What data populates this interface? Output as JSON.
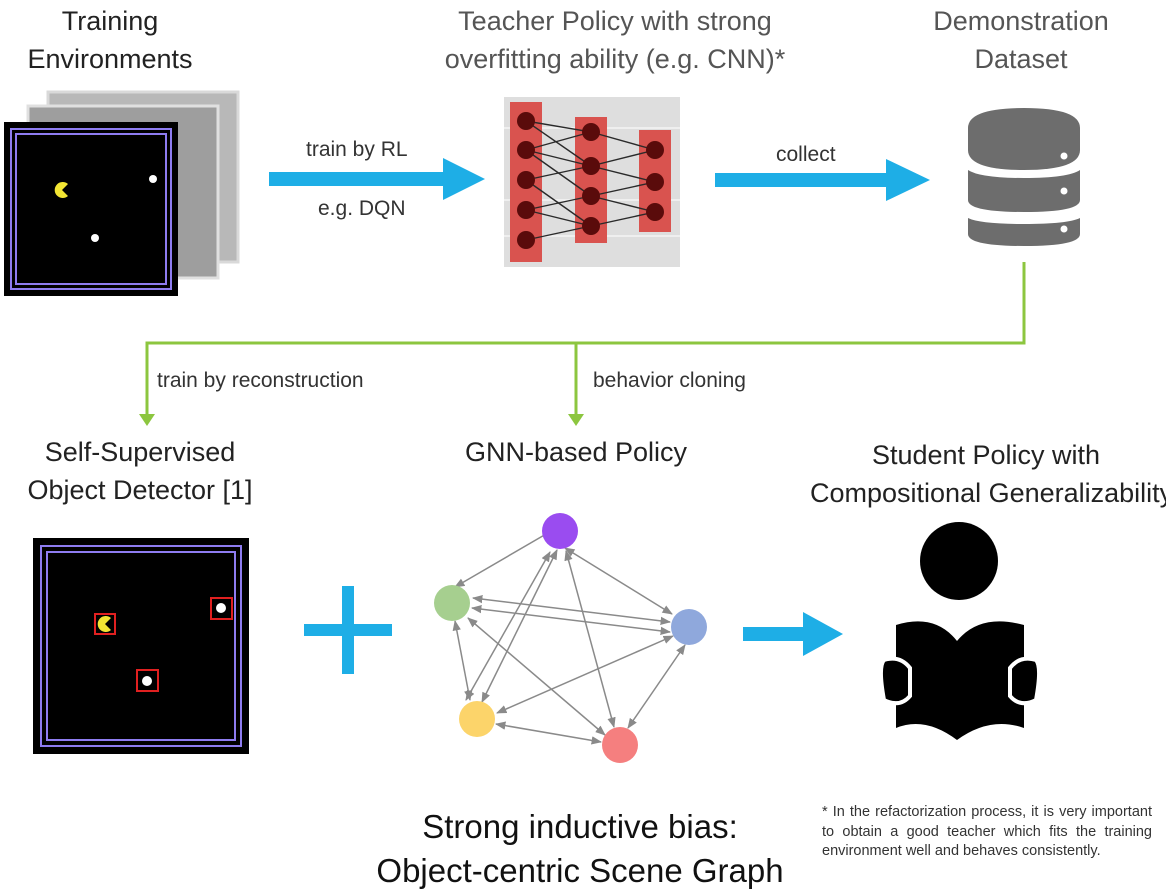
{
  "titles": {
    "training_env_line1": "Training",
    "training_env_line2": "Environments",
    "teacher_line1": "Teacher Policy with strong",
    "teacher_line2": "overfitting ability (e.g. CNN)*",
    "dataset_line1": "Demonstration",
    "dataset_line2": "Dataset",
    "detector_line1": "Self-Supervised",
    "detector_line2": "Object Detector [1]",
    "gnn": "GNN-based Policy",
    "student_line1": "Student Policy with",
    "student_line2": "Compositional Generalizability"
  },
  "edges": {
    "train_rl": "train by RL",
    "dqn": "e.g. DQN",
    "collect": "collect",
    "reconstruction": "train by reconstruction",
    "behavior_cloning": "behavior cloning"
  },
  "bottom": {
    "line1": "Strong inductive bias:",
    "line2": "Object-centric Scene Graph"
  },
  "footnote": "* In the refactorization process, it is very important to obtain a good teacher which fits the training environment well and behaves consistently.",
  "colors": {
    "arrow_blue": "#1eaee6",
    "flow_green": "#8cc63f",
    "env_border": "#8e7cf0",
    "cnn_layer": "#d9534f",
    "cnn_node": "#5a0b0b",
    "db_grey": "#6d6d6d",
    "node_purple": "#9a4cf0",
    "node_green": "#a6cf8f",
    "node_blue": "#8fa8dc",
    "node_yellow": "#fcd46a",
    "node_red": "#f57f7f"
  },
  "icons": [
    "database-icon",
    "student-reading-icon",
    "plus-icon",
    "pacman-icon"
  ]
}
